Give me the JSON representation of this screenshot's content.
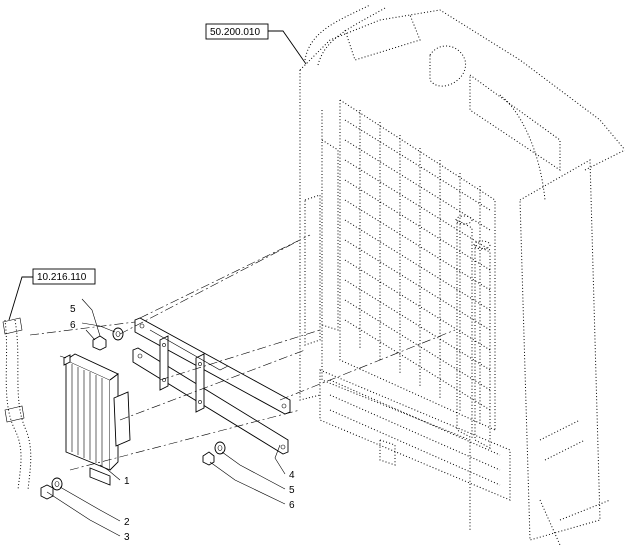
{
  "references": {
    "radiator_ref": "50.200.010",
    "cooler_ref": "10.216.110"
  },
  "callouts": [
    {
      "id": "c5a",
      "text": "5"
    },
    {
      "id": "c6a",
      "text": "6"
    },
    {
      "id": "c1",
      "text": "1"
    },
    {
      "id": "c2",
      "text": "2"
    },
    {
      "id": "c3",
      "text": "3"
    },
    {
      "id": "c4",
      "text": "4"
    },
    {
      "id": "c5b",
      "text": "5"
    },
    {
      "id": "c6b",
      "text": "6"
    }
  ]
}
